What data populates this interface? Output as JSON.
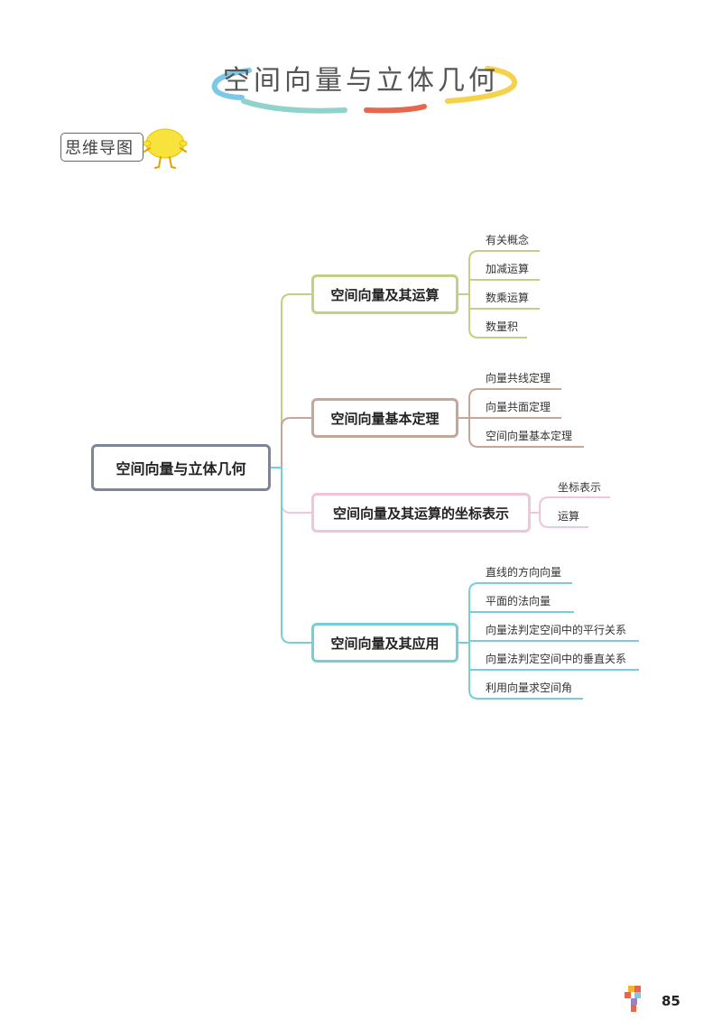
{
  "title": "空间向量与立体几何",
  "badge": "思维导图",
  "page_number": "85",
  "colors": {
    "root": "#7e8598",
    "branch_green": "#c2cf84",
    "branch_brown": "#c7a69a",
    "branch_pink": "#f1c4dc",
    "branch_cyan": "#76cfd8",
    "title_blue": "#7cc8e8",
    "title_teal": "#8fd3cb",
    "title_red": "#e8664d",
    "title_yellow": "#f5d24a"
  },
  "mind_map": {
    "root": "空间向量与立体几何",
    "branches": [
      {
        "label": "空间向量及其运算",
        "items": [
          "有关概念",
          "加减运算",
          "数乘运算",
          "数量积"
        ]
      },
      {
        "label": "空间向量基本定理",
        "items": [
          "向量共线定理",
          "向量共面定理",
          "空间向量基本定理"
        ]
      },
      {
        "label": "空间向量及其运算的坐标表示",
        "items": [
          "坐标表示",
          "运算"
        ]
      },
      {
        "label": "空间向量及其应用",
        "items": [
          "直线的方向向量",
          "平面的法向量",
          "向量法判定空间中的平行关系",
          "向量法判定空间中的垂直关系",
          "利用向量求空间角"
        ]
      }
    ]
  }
}
